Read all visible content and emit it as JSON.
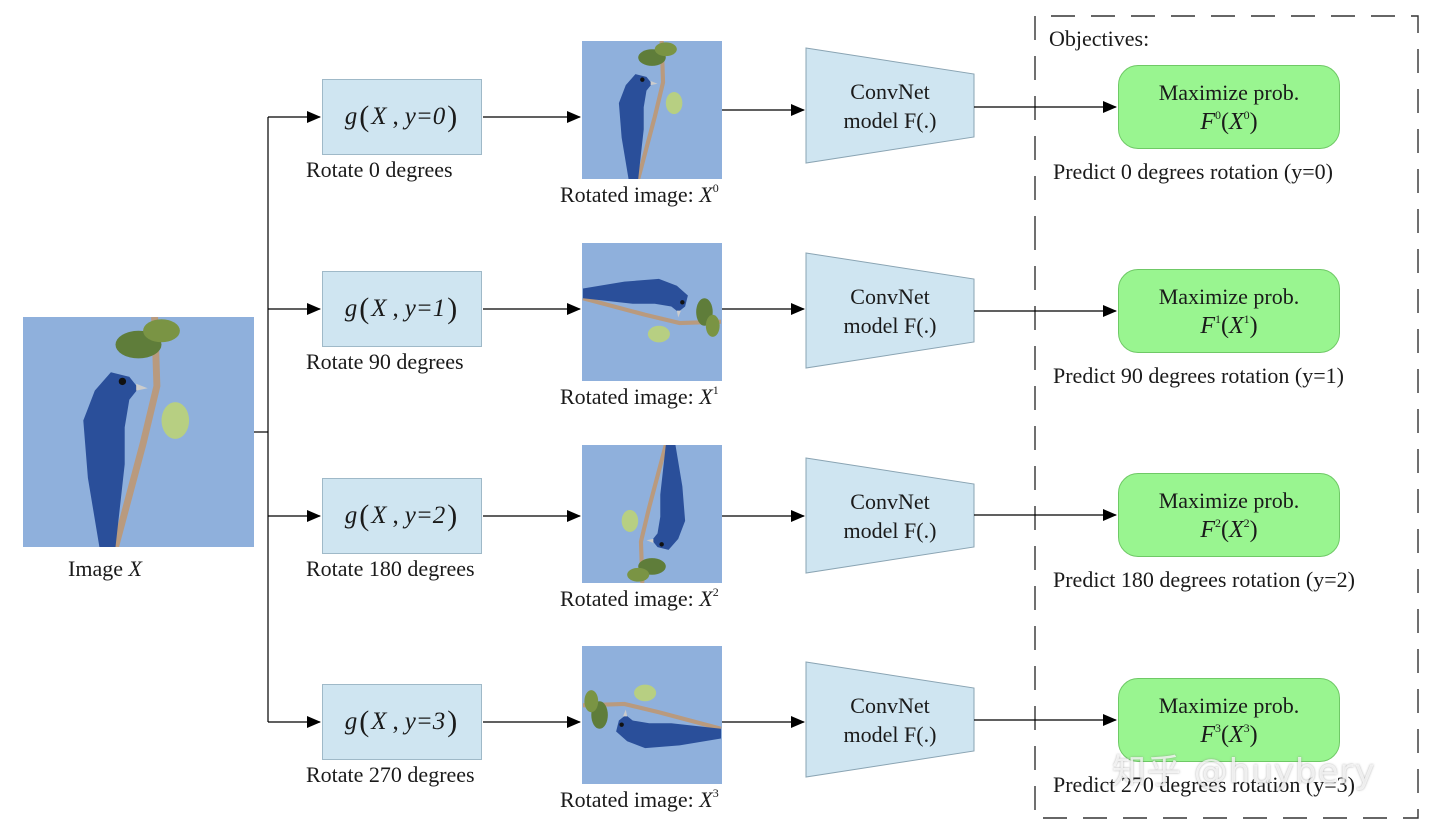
{
  "source": {
    "caption_text": "Image",
    "caption_var": "X"
  },
  "objectives_label": "Objectives:",
  "rows": [
    {
      "g_text": "g",
      "g_var": "X",
      "g_assign": "y=0",
      "rotate_label": "Rotate 0 degrees",
      "rotated_text": "Rotated image:",
      "rotated_var": "X",
      "rotated_sup": "0",
      "model_line1": "ConvNet",
      "model_line2": "model F(.)",
      "obj_line1": "Maximize prob.",
      "obj_F": "F",
      "obj_sup": "0",
      "obj_X": "X",
      "predict_label": "Predict 0 degrees rotation (y=0)",
      "rotation_deg": 0
    },
    {
      "g_text": "g",
      "g_var": "X",
      "g_assign": "y=1",
      "rotate_label": "Rotate 90 degrees",
      "rotated_text": "Rotated image:",
      "rotated_var": "X",
      "rotated_sup": "1",
      "model_line1": "ConvNet",
      "model_line2": "model F(.)",
      "obj_line1": "Maximize prob.",
      "obj_F": "F",
      "obj_sup": "1",
      "obj_X": "X",
      "predict_label": "Predict 90 degrees rotation (y=1)",
      "rotation_deg": 90
    },
    {
      "g_text": "g",
      "g_var": "X",
      "g_assign": "y=2",
      "rotate_label": "Rotate 180 degrees",
      "rotated_text": "Rotated image:",
      "rotated_var": "X",
      "rotated_sup": "2",
      "model_line1": "ConvNet",
      "model_line2": "model F(.)",
      "obj_line1": "Maximize prob.",
      "obj_F": "F",
      "obj_sup": "2",
      "obj_X": "X",
      "predict_label": "Predict 180 degrees rotation (y=2)",
      "rotation_deg": 180
    },
    {
      "g_text": "g",
      "g_var": "X",
      "g_assign": "y=3",
      "rotate_label": "Rotate 270 degrees",
      "rotated_text": "Rotated image:",
      "rotated_var": "X",
      "rotated_sup": "3",
      "model_line1": "ConvNet",
      "model_line2": "model F(.)",
      "obj_line1": "Maximize prob.",
      "obj_F": "F",
      "obj_sup": "3",
      "obj_X": "X",
      "predict_label": "Predict 270 degrees rotation (y=3)",
      "rotation_deg": 270
    }
  ],
  "watermark": "知乎 @huybery",
  "colors": {
    "gbox": "#cfe5f1",
    "convnet": "#cfe5f1",
    "objective": "#99f590",
    "sky": "#8fb0dc",
    "bird": "#2a4f9a"
  }
}
